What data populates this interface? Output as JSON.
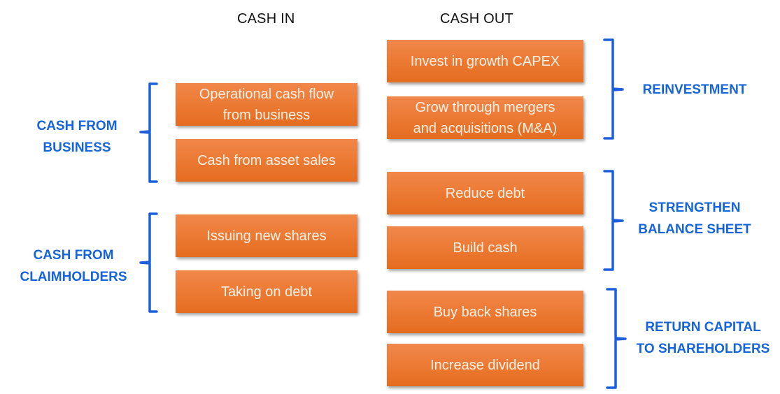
{
  "headers": {
    "cash_in": "CASH IN",
    "cash_out": "CASH OUT"
  },
  "cash_in": {
    "groups": [
      {
        "label_lines": [
          "CASH FROM",
          "BUSINESS"
        ],
        "items": [
          {
            "lines": [
              "Operational cash flow",
              "from business"
            ]
          },
          {
            "lines": [
              "Cash from asset sales"
            ]
          }
        ]
      },
      {
        "label_lines": [
          "CASH FROM",
          "CLAIMHOLDERS"
        ],
        "items": [
          {
            "lines": [
              "Issuing new shares"
            ]
          },
          {
            "lines": [
              "Taking on debt"
            ]
          }
        ]
      }
    ]
  },
  "cash_out": {
    "groups": [
      {
        "label_lines": [
          "REINVESTMENT"
        ],
        "items": [
          {
            "lines": [
              "Invest in growth CAPEX"
            ]
          },
          {
            "lines": [
              "Grow through mergers",
              "and acquisitions (M&A)"
            ]
          }
        ]
      },
      {
        "label_lines": [
          "STRENGTHEN",
          "BALANCE SHEET"
        ],
        "items": [
          {
            "lines": [
              "Reduce debt"
            ]
          },
          {
            "lines": [
              "Build cash"
            ]
          }
        ]
      },
      {
        "label_lines": [
          "RETURN CAPITAL",
          "TO SHAREHOLDERS"
        ],
        "items": [
          {
            "lines": [
              "Buy back shares"
            ]
          },
          {
            "lines": [
              "Increase dividend"
            ]
          }
        ]
      }
    ]
  },
  "colors": {
    "box_fill": "#ec7a34",
    "box_text": "#fdf1e6",
    "label_blue": "#1664d9",
    "brace_blue": "#1c5fdb",
    "header_text": "#111111"
  }
}
